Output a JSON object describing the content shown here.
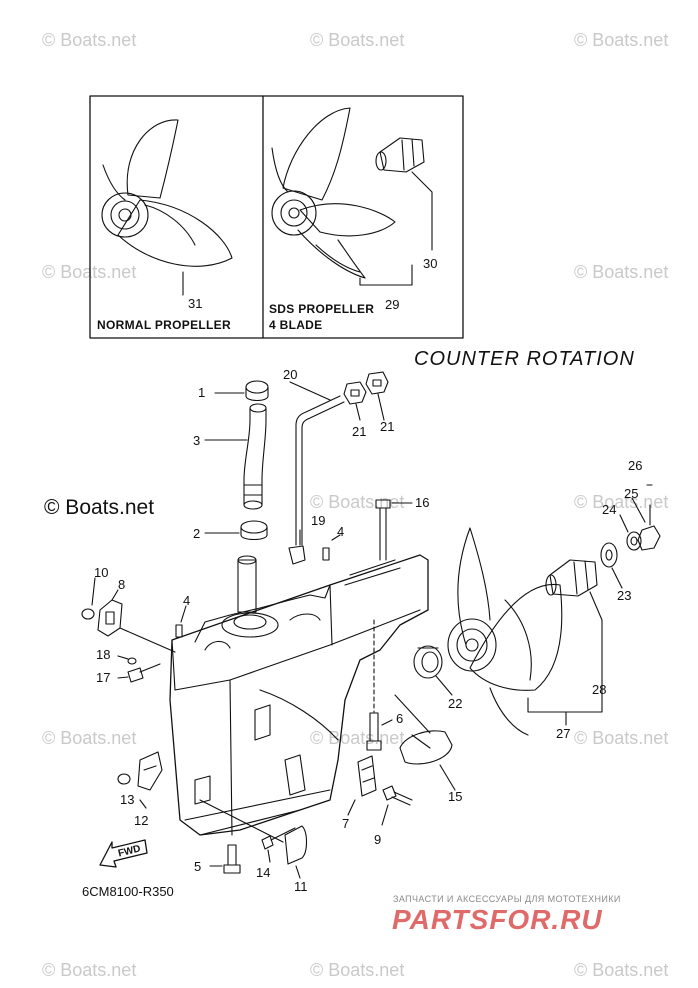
{
  "watermark": "© Boats.net",
  "title": "COUNTER ROTATION",
  "diagram_code": "6CM8100-R350",
  "boxes": {
    "normal_label": "NORMAL PROPELLER",
    "sds_label_1": "SDS PROPELLER",
    "sds_label_2": "4 BLADE"
  },
  "fwd_label": "FWD",
  "promo": {
    "tagline": "ЗАПЧАСТИ И АКСЕССУАРЫ ДЛЯ МОТОТЕХНИКИ",
    "logo": "PARTSFOR.RU"
  },
  "callouts": {
    "c1": "1",
    "c2": "2",
    "c3": "3",
    "c4a": "4",
    "c4b": "4",
    "c5": "5",
    "c6": "6",
    "c7": "7",
    "c8": "8",
    "c9": "9",
    "c10": "10",
    "c11": "11",
    "c12": "12",
    "c13": "13",
    "c14": "14",
    "c15": "15",
    "c16": "16",
    "c17": "17",
    "c18": "18",
    "c19": "19",
    "c20": "20",
    "c21a": "21",
    "c21b": "21",
    "c22": "22",
    "c23": "23",
    "c24": "24",
    "c25": "25",
    "c26": "26",
    "c27": "27",
    "c28": "28",
    "c29": "29",
    "c30": "30",
    "c31": "31"
  }
}
